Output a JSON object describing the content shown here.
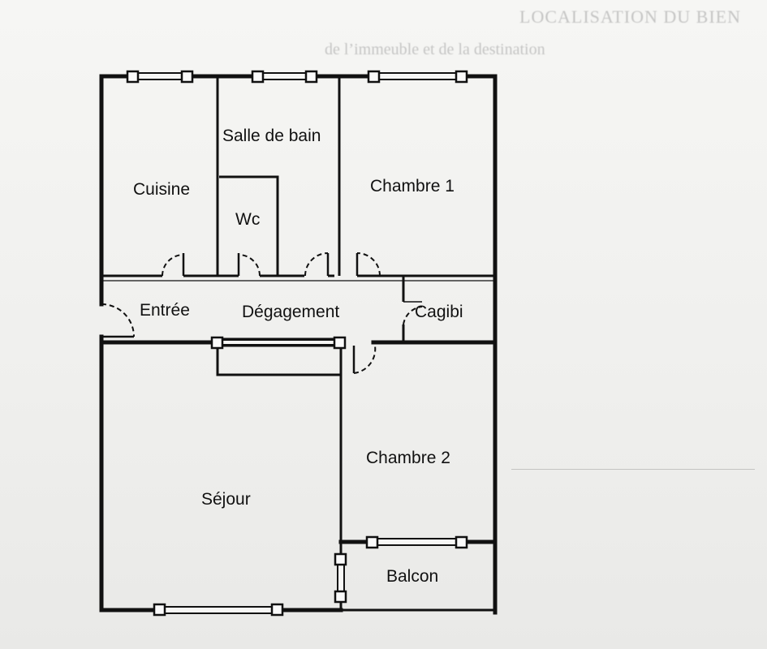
{
  "background_text": [
    "LOCALISATION DU BIEN",
    "de l’immeuble et de la destination"
  ],
  "rooms": {
    "cuisine": "Cuisine",
    "salle_de_bain": "Salle de bain",
    "chambre1": "Chambre 1",
    "wc": "Wc",
    "entree": "Entrée",
    "degagement": "Dégagement",
    "cagibi": "Cagibi",
    "chambre2": "Chambre 2",
    "sejour": "Séjour",
    "balcon": "Balcon"
  },
  "colors": {
    "walls": "#111111",
    "paper": "#f3f3f1"
  }
}
